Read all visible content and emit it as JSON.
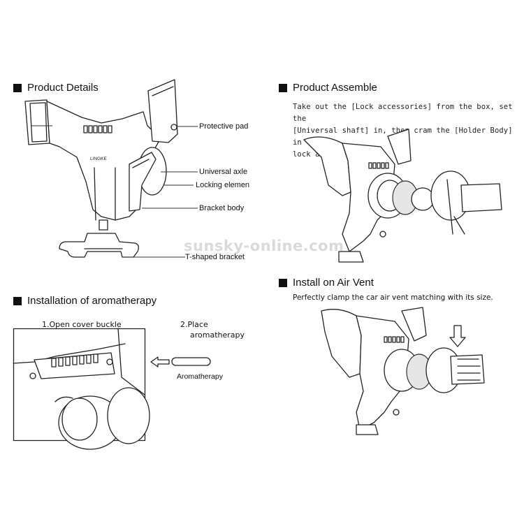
{
  "product_details": {
    "title": "Product Details",
    "brand_mark": "LINGKE",
    "labels": {
      "protective_pad": "Protective pad",
      "universal_axle": "Universal axle",
      "locking_element": "Locking elemen",
      "bracket_body": "Bracket body",
      "t_bracket": "T-shaped bracket"
    }
  },
  "product_assemble": {
    "title": "Product Assemble",
    "lines": [
      "Take out the [Lock accessories] from the box, set the",
      "[Universal shaft] in, then cram the [Holder Body] in",
      "lock and tighten it."
    ]
  },
  "aromatherapy": {
    "title": "Installation of aromatherapy",
    "step1": "1.Open cover buckle",
    "step2_line1": "2.Place",
    "step2_line2": "aromatherapy",
    "label": "Aromatherapy"
  },
  "air_vent": {
    "title": "Install on Air Vent",
    "text": "Perfectly clamp the car air vent matching with its size."
  },
  "watermark": "sunsky-online.com",
  "icons": [
    "square-bullet-icon",
    "arrow-left-icon",
    "arrow-down-icon"
  ]
}
